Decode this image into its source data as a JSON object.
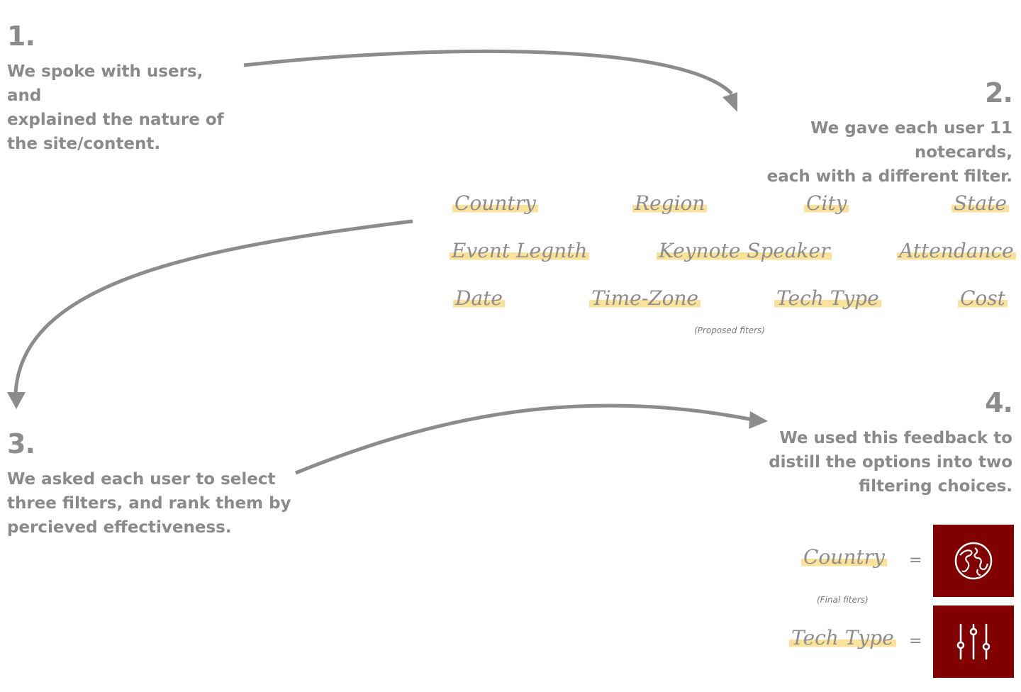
{
  "steps": [
    {
      "number": "1.",
      "text": "We spoke with users, and\nexplained the nature of\nthe site/content."
    },
    {
      "number": "2.",
      "text": "We gave each user 11 notecards,\neach with a different filter."
    },
    {
      "number": "3.",
      "text": "We asked each user to select\nthree filters, and rank them by\npercieved effectiveness."
    },
    {
      "number": "4.",
      "text": "We used this feedback to\ndistill the options into two\nfiltering choices."
    }
  ],
  "proposed_filters": [
    "Country",
    "Region",
    "City",
    "State",
    "Event Legnth",
    "Keynote Speaker",
    "Attendance",
    "Date",
    "Time-Zone",
    "Tech Type",
    "Cost"
  ],
  "proposed_caption": "(Proposed fiters)",
  "final_filters": [
    {
      "label": "Country",
      "equals": "=",
      "icon": "globe-icon"
    },
    {
      "label": "Tech Type",
      "equals": "=",
      "icon": "sliders-icon"
    }
  ],
  "final_caption": "(Final fiters)",
  "colors": {
    "text": "#8a8a8a",
    "highlight": "#fbe29a",
    "icon_bg": "#810000",
    "arrow": "#8c8c8c"
  }
}
